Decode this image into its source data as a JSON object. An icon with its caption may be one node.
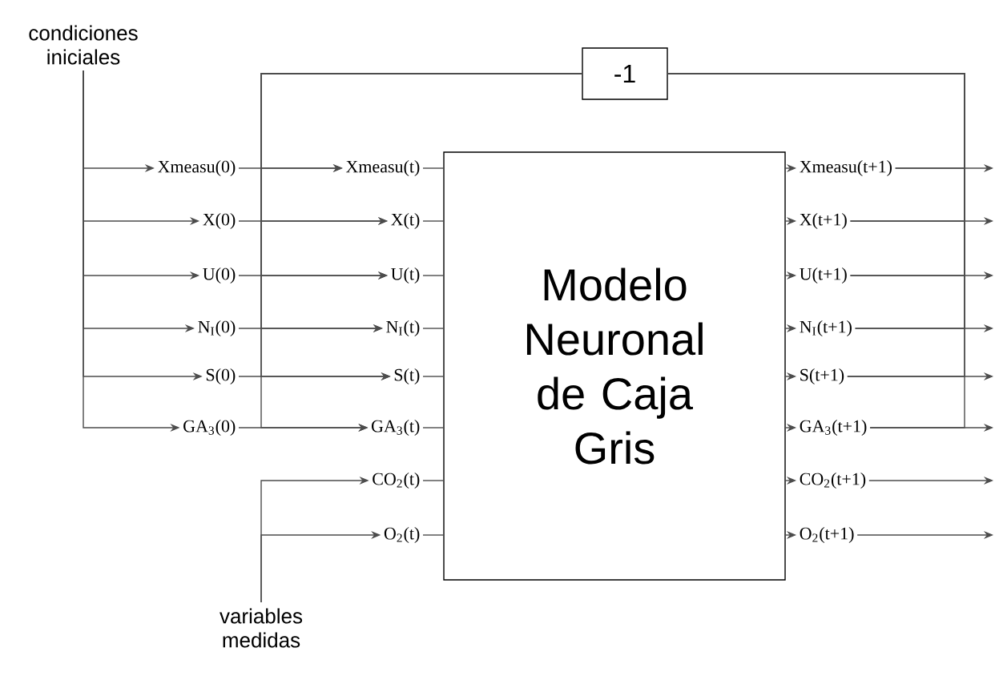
{
  "diagram": {
    "nodes": [
      {
        "text": [
          "condiciones iniciales"
        ]
      },
      {
        "text": [
          "variables medidas"
        ]
      },
      {
        "text": [
          "-1"
        ]
      },
      {
        "text": [
          "Modelo Neuronal de Caja Gris"
        ]
      },
      {
        "text": [
          "Xmeasu(0)"
        ]
      },
      {
        "text": [
          "X(0)"
        ]
      },
      {
        "text": [
          "U(0)"
        ]
      },
      {
        "text": [
          "N$_{I}$(0)"
        ]
      },
      {
        "text": [
          "S(0)"
        ]
      },
      {
        "text": [
          "GA$_{3}$(0)"
        ]
      },
      {
        "text": [
          "Xmeasu(t)"
        ]
      },
      {
        "text": [
          "X(t)"
        ]
      },
      {
        "text": [
          "U(t)"
        ]
      },
      {
        "text": [
          "N$_{I}$(t)"
        ]
      },
      {
        "text": [
          "S(t)"
        ]
      },
      {
        "text": [
          "GA$_{3}$(t)"
        ]
      },
      {
        "text": [
          "CO$_{2}$(t)"
        ]
      },
      {
        "text": [
          "O$_{2}$(t)"
        ]
      },
      {
        "text": [
          "Xmeasu(t+1)"
        ]
      },
      {
        "text": [
          "X(t+1)"
        ]
      },
      {
        "text": [
          "U(t+1)"
        ]
      },
      {
        "text": [
          "N$_{I}$(t+1)"
        ]
      },
      {
        "text": [
          "S(t+1)"
        ]
      },
      {
        "text": [
          "GA$_{3}$(t+1)"
        ]
      },
      {
        "text": [
          "CO$_{2}$(t+1)"
        ]
      },
      {
        "text": [
          "O$_{2}$(t+1)"
        ]
      }
    ],
    "edges": [
      {
        "from": 0,
        "to": 4,
        "arrow": "to"
      },
      {
        "from": 0,
        "to": 5,
        "arrow": "to"
      },
      {
        "from": 0,
        "to": 6,
        "arrow": "to"
      },
      {
        "from": 0,
        "to": 7,
        "arrow": "to"
      },
      {
        "from": 0,
        "to": 8,
        "arrow": "to"
      },
      {
        "from": 0,
        "to": 9,
        "arrow": "to"
      },
      {
        "from": 4,
        "to": 10,
        "arrow": "to"
      },
      {
        "from": 5,
        "to": 11,
        "arrow": "to"
      },
      {
        "from": 6,
        "to": 12,
        "arrow": "to"
      },
      {
        "from": 7,
        "to": 13,
        "arrow": "to"
      },
      {
        "from": 8,
        "to": 14,
        "arrow": "to"
      },
      {
        "from": 9,
        "to": 15,
        "arrow": "to"
      },
      {
        "from": 2,
        "to": 10,
        "arrow": "to"
      },
      {
        "from": 2,
        "to": 11,
        "arrow": "to"
      },
      {
        "from": 2,
        "to": 12,
        "arrow": "to"
      },
      {
        "from": 2,
        "to": 13,
        "arrow": "to"
      },
      {
        "from": 2,
        "to": 14,
        "arrow": "to"
      },
      {
        "from": 2,
        "to": 15,
        "arrow": "to"
      },
      {
        "from": 1,
        "to": 16,
        "arrow": "to"
      },
      {
        "from": 1,
        "to": 17,
        "arrow": "to"
      },
      {
        "from": 10,
        "to": 3,
        "arrow": "none"
      },
      {
        "from": 11,
        "to": 3,
        "arrow": "none"
      },
      {
        "from": 12,
        "to": 3,
        "arrow": "none"
      },
      {
        "from": 13,
        "to": 3,
        "arrow": "none"
      },
      {
        "from": 14,
        "to": 3,
        "arrow": "none"
      },
      {
        "from": 15,
        "to": 3,
        "arrow": "none"
      },
      {
        "from": 16,
        "to": 3,
        "arrow": "none"
      },
      {
        "from": 17,
        "to": 3,
        "arrow": "none"
      },
      {
        "from": 3,
        "to": 18,
        "arrow": "to"
      },
      {
        "from": 3,
        "to": 19,
        "arrow": "to"
      },
      {
        "from": 3,
        "to": 20,
        "arrow": "to"
      },
      {
        "from": 3,
        "to": 21,
        "arrow": "to"
      },
      {
        "from": 3,
        "to": 22,
        "arrow": "to"
      },
      {
        "from": 3,
        "to": 23,
        "arrow": "to"
      },
      {
        "from": 3,
        "to": 24,
        "arrow": "to"
      },
      {
        "from": 3,
        "to": 25,
        "arrow": "to"
      },
      {
        "from": 18,
        "to": 2,
        "arrow": "none"
      },
      {
        "from": 19,
        "to": 2,
        "arrow": "none"
      },
      {
        "from": 20,
        "to": 2,
        "arrow": "none"
      },
      {
        "from": 21,
        "to": 2,
        "arrow": "none"
      },
      {
        "from": 22,
        "to": 2,
        "arrow": "none"
      },
      {
        "from": 23,
        "to": 2,
        "arrow": "none"
      },
      {
        "from": 18,
        "to": null,
        "arrow": "to"
      },
      {
        "from": 19,
        "to": null,
        "arrow": "to"
      },
      {
        "from": 20,
        "to": null,
        "arrow": "to"
      },
      {
        "from": 21,
        "to": null,
        "arrow": "to"
      },
      {
        "from": 22,
        "to": null,
        "arrow": "to"
      },
      {
        "from": 23,
        "to": null,
        "arrow": "to"
      },
      {
        "from": 24,
        "to": null,
        "arrow": "to"
      },
      {
        "from": 25,
        "to": null,
        "arrow": "to"
      }
    ]
  }
}
